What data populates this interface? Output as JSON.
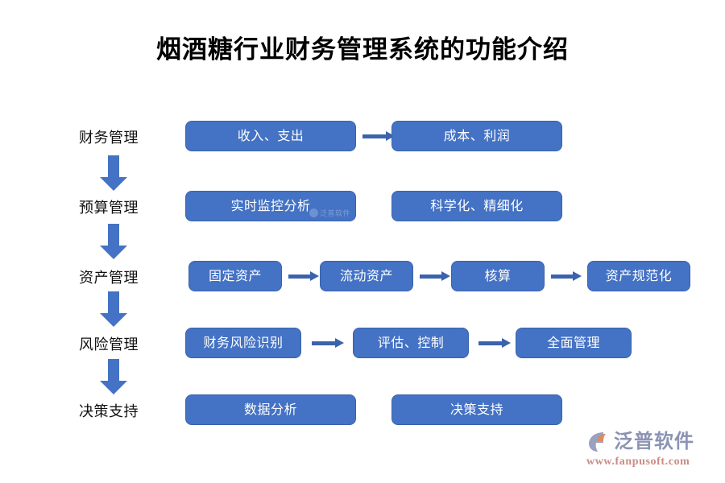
{
  "slide": {
    "title": "烟酒糖行业财务管理系统的功能介绍",
    "background_color": "#FFFFFF",
    "box_fill_color": "#4472C4",
    "box_border_color": "#3B62AC",
    "arrow_color": "#4472C4",
    "label_color": "#111111",
    "title_color": "#000000"
  },
  "flow": {
    "rows": [
      {
        "label": "财务管理",
        "boxes": [
          {
            "text": "收入、支出",
            "watermark": ""
          },
          {
            "text": "成本、利润",
            "watermark": ""
          }
        ],
        "connectors": [
          "arrow-right"
        ]
      },
      {
        "label": "预算管理",
        "boxes": [
          {
            "text": "实时监控分析",
            "watermark": "泛普软件"
          },
          {
            "text": "科学化、精细化",
            "watermark": ""
          }
        ],
        "connectors": [
          ""
        ]
      },
      {
        "label": "资产管理",
        "boxes": [
          {
            "text": "固定资产",
            "watermark": ""
          },
          {
            "text": "流动资产",
            "watermark": ""
          },
          {
            "text": "核算",
            "watermark": ""
          },
          {
            "text": "资产规范化",
            "watermark": ""
          }
        ],
        "connectors": [
          "arrow-right",
          "arrow-right",
          "arrow-right"
        ]
      },
      {
        "label": "风险管理",
        "boxes": [
          {
            "text": "财务风险识别",
            "watermark": ""
          },
          {
            "text": "评估、控制",
            "watermark": ""
          },
          {
            "text": "全面管理",
            "watermark": ""
          }
        ],
        "connectors": [
          "arrow-right",
          "arrow-right"
        ]
      },
      {
        "label": "决策支持",
        "boxes": [
          {
            "text": "数据分析",
            "watermark": ""
          },
          {
            "text": "决策支持",
            "watermark": ""
          }
        ],
        "connectors": [
          ""
        ]
      }
    ],
    "down_arrows": 4,
    "down_arrow_icon": "arrow-down-icon"
  },
  "brand": {
    "name": "泛普软件",
    "url": "www.fanpusoft.com",
    "name_color": "#8C93B4",
    "url_color": "#C98B84",
    "glyph_icon": "fanpu-logo-icon"
  }
}
